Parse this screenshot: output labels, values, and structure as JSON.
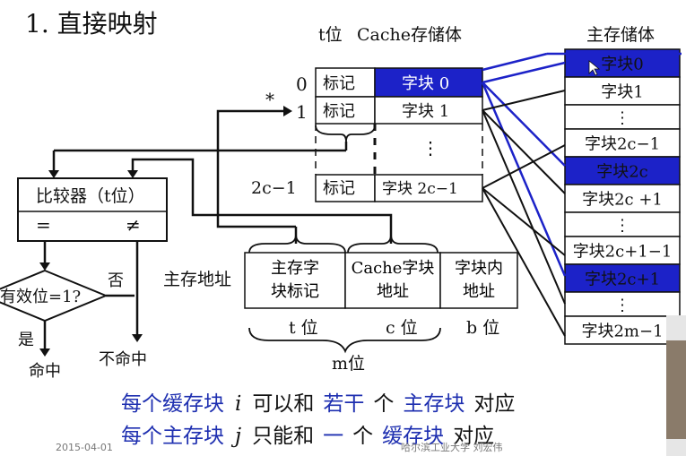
{
  "title": "1. 直接映射",
  "cache": {
    "header_t": "t位",
    "header": "Cache存储体",
    "row_indices": [
      "0",
      "1",
      "2c−1"
    ],
    "tag_label": "标记",
    "blocks": [
      "字块 0",
      "字块 1",
      "字块 2c−1"
    ],
    "dots": "⋮",
    "pointer_mark": "*"
  },
  "main_memory": {
    "title": "主存储体",
    "blocks": [
      "字块0",
      "字块1",
      "⋮",
      "字块2c−1",
      "字块2c",
      "字块2c +1",
      "⋮",
      "字块2c+1−1",
      "字块2c+1",
      "⋮",
      "字块2m−1"
    ]
  },
  "comparator": {
    "label": "比较器（t位）",
    "eq": "=",
    "neq": "≠"
  },
  "decision": {
    "label": "有效位=1?",
    "yes": "是",
    "no": "否",
    "hit": "命中",
    "miss": "不命中"
  },
  "address": {
    "label": "主存地址",
    "fields": [
      "主存字块标记",
      "Cache字块地址",
      "字块内地址"
    ],
    "bits": [
      "t 位",
      "c 位",
      "b 位"
    ],
    "total": "m位"
  },
  "notes": {
    "line1": [
      "每个缓存块",
      "i",
      "可以和",
      "若干",
      "个",
      "主存块",
      "对应"
    ],
    "line2": [
      "每个主存块",
      "j",
      "只能和",
      "一",
      "个",
      "缓存块",
      "对应"
    ]
  },
  "footer": {
    "date": "2015-04-01",
    "org": "哈尔滨工业大学  刘宏伟"
  },
  "colors": {
    "highlight": "#1c22c8",
    "note_blue": "#1e2fb0"
  }
}
